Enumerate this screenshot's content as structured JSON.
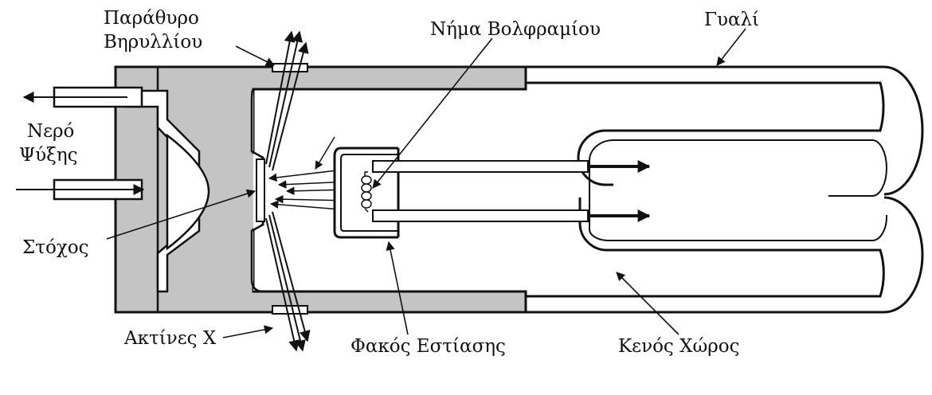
{
  "labels": {
    "beryllium_window": [
      "Παράθυρο",
      "Βηρυλλίου"
    ],
    "tungsten_filament": "Νήμα Βολφραμίου",
    "glass": "Γυαλί",
    "cooling_water": [
      "Νερό",
      "Ψύξης"
    ],
    "target": "Στόχος",
    "xrays": "Ακτίνες X",
    "focusing_lens": "Φακός Εστίασης",
    "vacuum": "Κενός Χώρος"
  },
  "colors": {
    "ink": "#111111",
    "metal_fill": "#c4c4c4",
    "background": "#ffffff"
  }
}
